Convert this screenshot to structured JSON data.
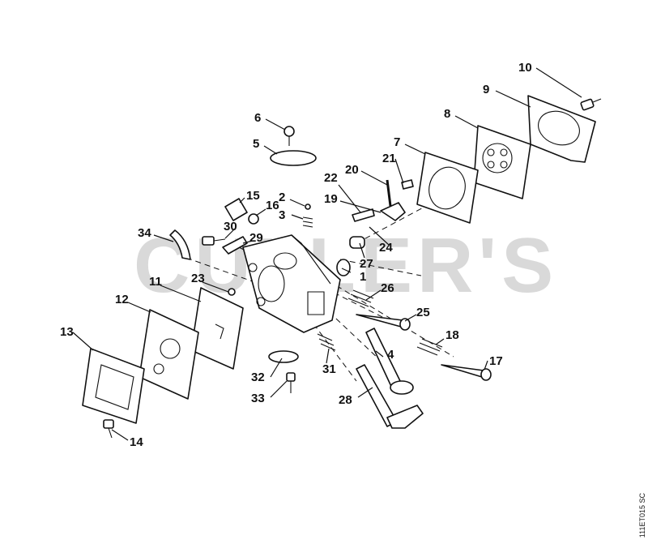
{
  "watermark": "CULLER'S",
  "reference_code": "111ET015 SC",
  "callouts": [
    "1",
    "2",
    "3",
    "4",
    "5",
    "6",
    "7",
    "8",
    "9",
    "10",
    "11",
    "12",
    "13",
    "14",
    "15",
    "16",
    "17",
    "18",
    "19",
    "20",
    "21",
    "22",
    "23",
    "24",
    "25",
    "26",
    "27",
    "28",
    "29",
    "30",
    "31",
    "32",
    "33",
    "34"
  ]
}
